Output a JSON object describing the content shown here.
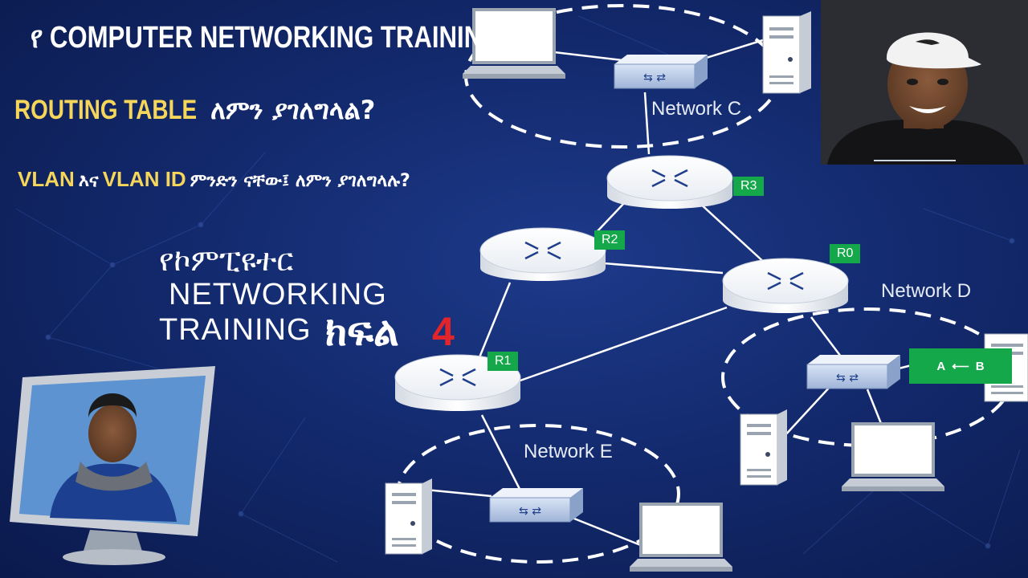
{
  "headline": {
    "line1": "የ COMPUTER NETWORKING TRAINING",
    "line2_en": "ROUTING TABLE",
    "line2_am": "ለምን ያገለግላል?",
    "line3_en1": "VLAN",
    "line3_am1": "እና",
    "line3_en2": "VLAN ID",
    "line3_am2": "ምንድን ናቸው፤ ለምን ያገለግላሉ?"
  },
  "series_title": {
    "am": "የኮምፒዩተር",
    "line2": "NETWORKING",
    "line3": "TRAINING",
    "part_am": "ክፍል",
    "part_num": "4"
  },
  "routers": {
    "r0": "R0",
    "r1": "R1",
    "r2": "R2",
    "r3": "R3"
  },
  "networks": {
    "c": "Network C",
    "d": "Network D",
    "e": "Network E"
  },
  "frame": {
    "a": "A",
    "b": "B"
  },
  "colors": {
    "accent_yellow": "#f6d65a",
    "part_red": "#e3242b",
    "tag_green": "#14a84a"
  }
}
